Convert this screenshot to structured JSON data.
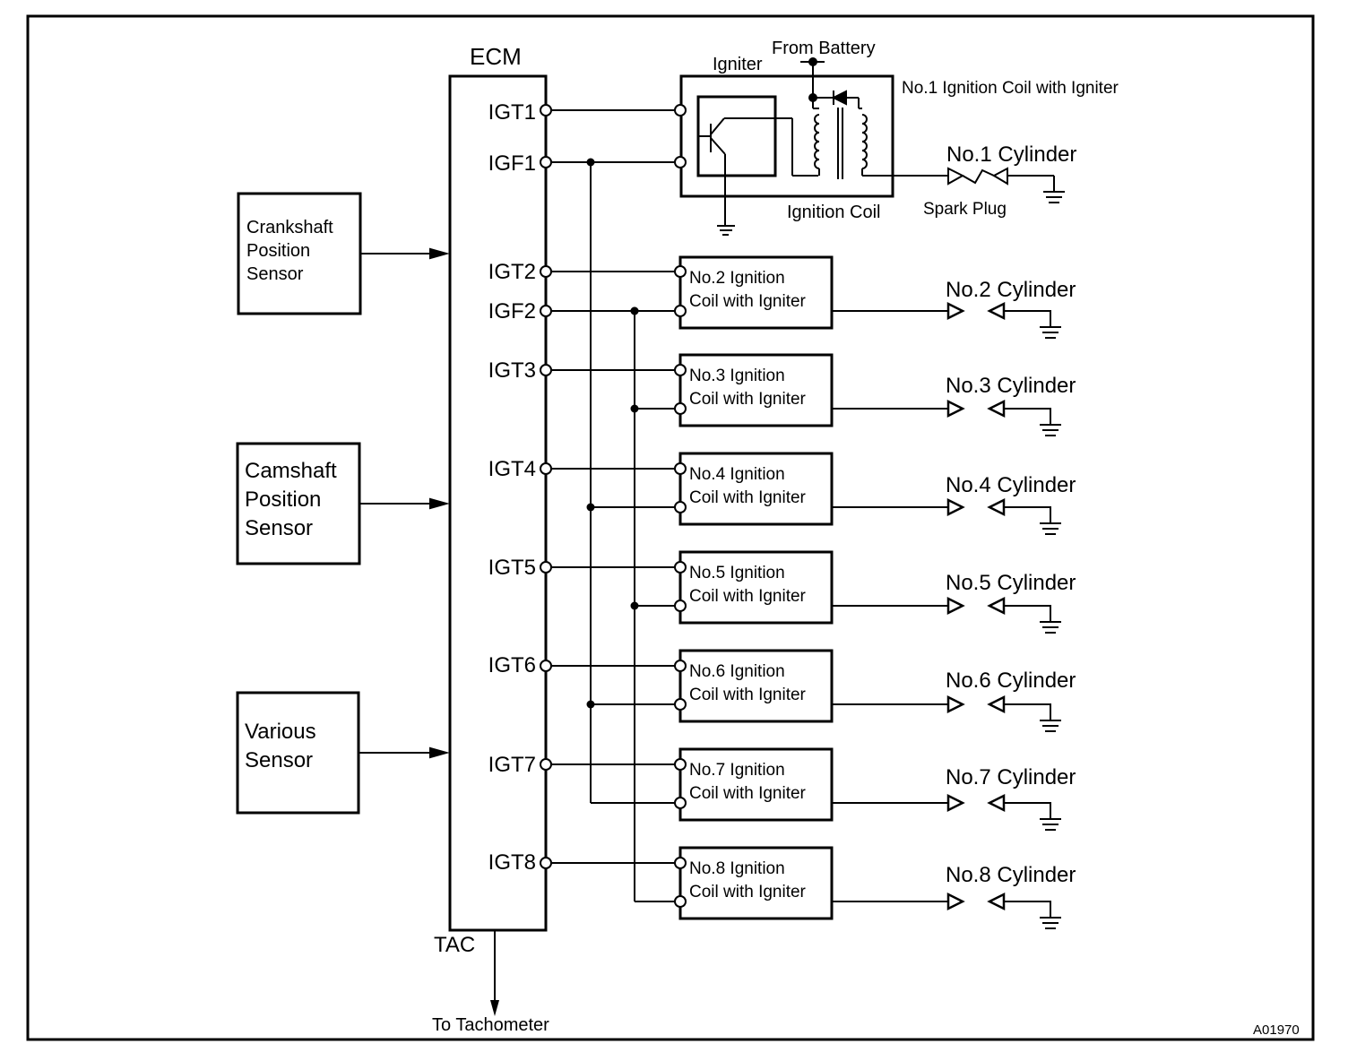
{
  "diagram": {
    "figure_id": "A01970",
    "ecm": {
      "title": "ECM",
      "tac_label": "TAC",
      "tachometer_label": "To Tachometer",
      "terminals": [
        "IGT1",
        "IGF1",
        "IGT2",
        "IGF2",
        "IGT3",
        "IGT4",
        "IGT5",
        "IGT6",
        "IGT7",
        "IGT8"
      ]
    },
    "sensors": [
      {
        "lines": [
          "Crankshaft",
          "Position",
          "Sensor"
        ]
      },
      {
        "lines": [
          "Camshaft",
          "Position",
          "Sensor"
        ]
      },
      {
        "lines": [
          "Various",
          "Sensor"
        ]
      }
    ],
    "coil1": {
      "title": "No.1 Ignition Coil with Igniter",
      "igniter_label": "Igniter",
      "coil_label": "Ignition Coil",
      "battery_label": "From Battery",
      "spark_plug_label": "Spark Plug"
    },
    "coils": [
      {
        "line1": "No.2 Ignition",
        "line2": "Coil with Igniter",
        "igf_bus": "IGF2"
      },
      {
        "line1": "No.3 Ignition",
        "line2": "Coil with Igniter",
        "igf_bus": "IGF2"
      },
      {
        "line1": "No.4 Ignition",
        "line2": "Coil with Igniter",
        "igf_bus": "IGF1"
      },
      {
        "line1": "No.5 Ignition",
        "line2": "Coil with Igniter",
        "igf_bus": "IGF2"
      },
      {
        "line1": "No.6 Ignition",
        "line2": "Coil with Igniter",
        "igf_bus": "IGF1"
      },
      {
        "line1": "No.7 Ignition",
        "line2": "Coil with Igniter",
        "igf_bus": "IGF1"
      },
      {
        "line1": "No.8 Ignition",
        "line2": "Coil with Igniter",
        "igf_bus": "IGF2"
      }
    ],
    "cylinders": [
      "No.1 Cylinder",
      "No.2 Cylinder",
      "No.3 Cylinder",
      "No.4 Cylinder",
      "No.5 Cylinder",
      "No.6 Cylinder",
      "No.7 Cylinder",
      "No.8 Cylinder"
    ]
  }
}
